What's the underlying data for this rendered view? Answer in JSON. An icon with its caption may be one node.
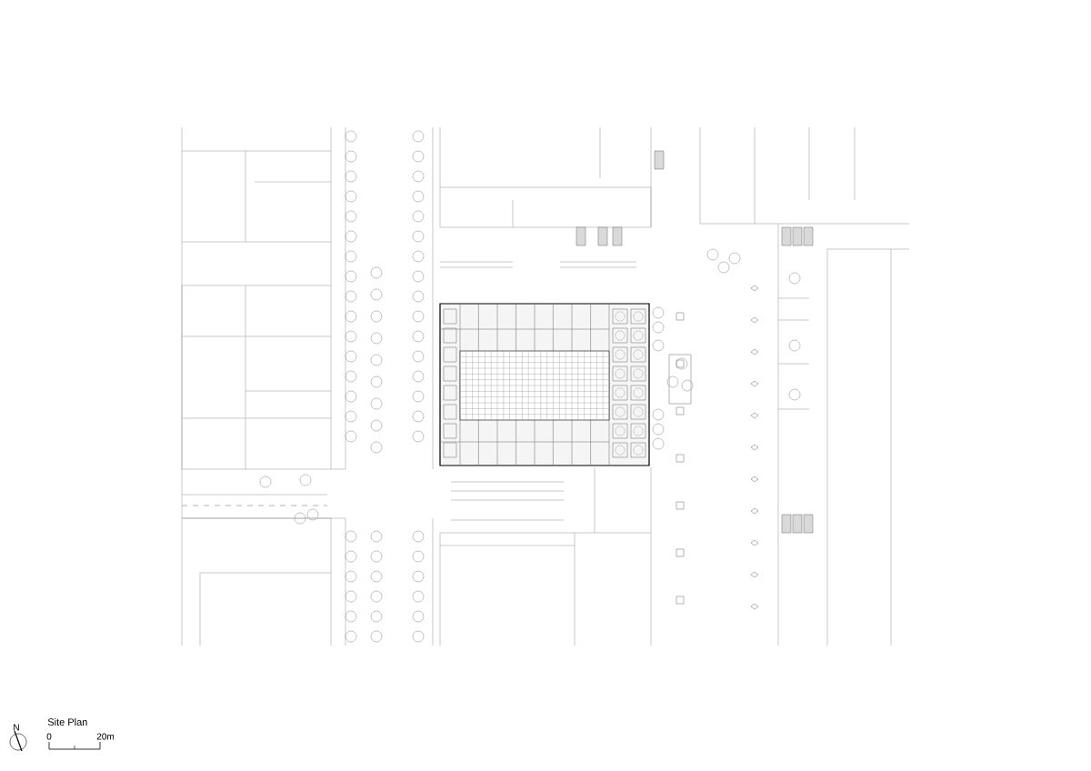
{
  "diagram": {
    "title": "Site Plan",
    "labels": [
      "N",
      "0",
      "20m"
    ]
  }
}
